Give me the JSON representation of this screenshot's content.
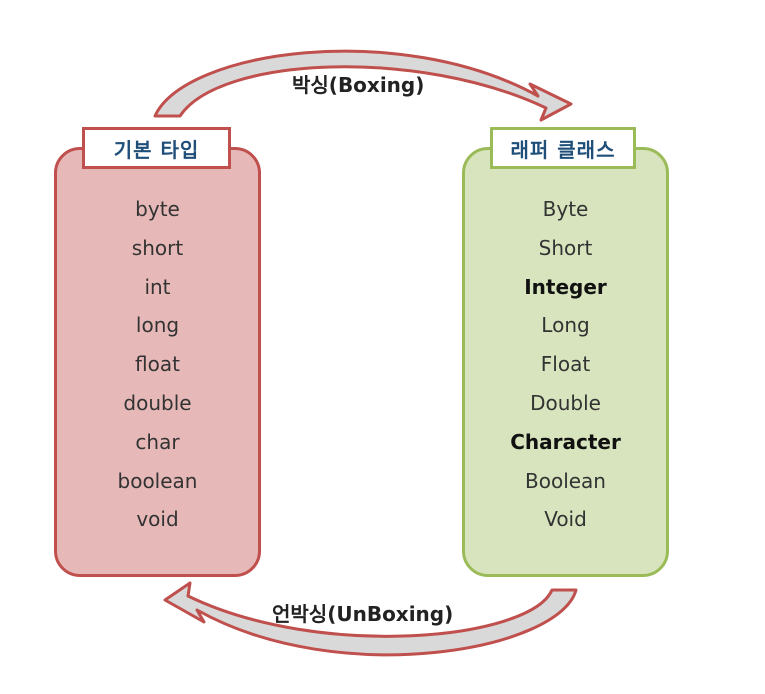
{
  "primitive": {
    "title": "기본 타입",
    "items": [
      "byte",
      "short",
      "int",
      "long",
      "float",
      "double",
      "char",
      "boolean",
      "void"
    ]
  },
  "wrapper": {
    "title": "래퍼 클래스",
    "items": [
      "Byte",
      "Short",
      "Integer",
      "Long",
      "Float",
      "Double",
      "Character",
      "Boolean",
      "Void"
    ],
    "bold_items": [
      "Integer",
      "Character"
    ]
  },
  "boxing_label": "박싱(Boxing)",
  "unboxing_label": "언박싱(UnBoxing)",
  "colors": {
    "primitive_fill": "#e6b9b8",
    "primitive_border": "#c0504d",
    "wrapper_fill": "#d7e4bd",
    "wrapper_border": "#9bbb59",
    "arrow_outline": "#c0504d",
    "arrow_fill": "#d9d9d9",
    "title_text": "#1f4e79"
  }
}
